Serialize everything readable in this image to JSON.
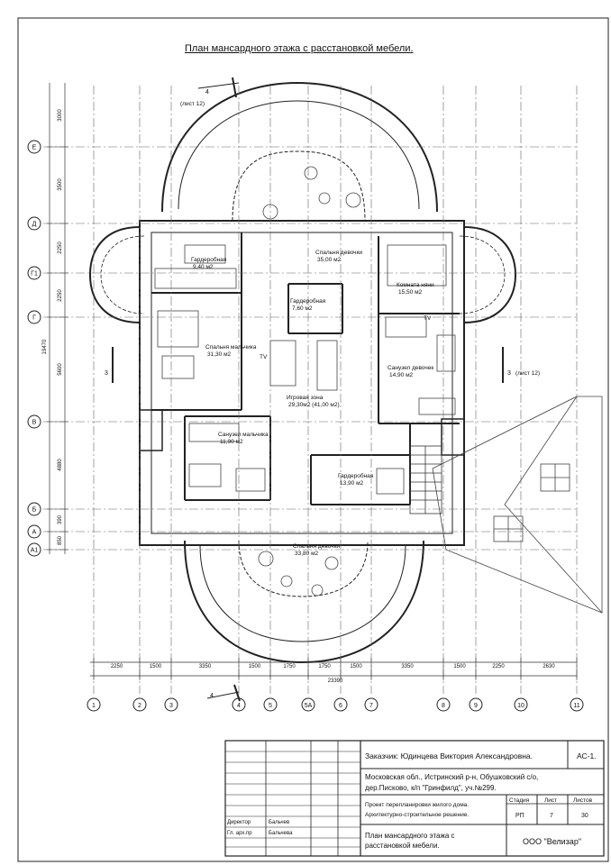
{
  "sheet_title": "План мансардного этажа с расстановкой мебели.",
  "section_marks": {
    "top_num": "4",
    "top_sheet": "(лист 12)",
    "bottom_num": "4",
    "left_num": "3",
    "right_num": "3",
    "right_sheet": "(лист 12)"
  },
  "rooms": [
    {
      "name": "Гардеробная",
      "area": "9,40 м2"
    },
    {
      "name": "Спальня девочки",
      "area": "35,00 м2"
    },
    {
      "name": "Комната няни",
      "area": "15,50 м2"
    },
    {
      "name": "Гардеробная",
      "area": "7,60 м2"
    },
    {
      "name": "Спальня мальчика",
      "area": "31,30 м2"
    },
    {
      "name": "Санузел девочек",
      "area": "14,90 м2"
    },
    {
      "name": "Игровая зона",
      "area": "29,30м2 (41,00 м2)"
    },
    {
      "name": "Санузел мальчика",
      "area": "11,90 м2"
    },
    {
      "name": "Гардеробная",
      "area": "13,90 м2"
    },
    {
      "name": "Спальня девочки",
      "area": "33,80 м2"
    },
    {
      "name": "TV",
      "area": ""
    },
    {
      "name": "TV",
      "area": ""
    }
  ],
  "row_axes": [
    "Е",
    "Д",
    "Г1",
    "Г",
    "В",
    "Б",
    "А",
    "А1"
  ],
  "row_dims": [
    "3000",
    "3500",
    "2250",
    "2250",
    "5600",
    "4880",
    "390",
    "850"
  ],
  "total_vertical": "19470",
  "col_axes": [
    "1",
    "2",
    "3",
    "4",
    "5",
    "5А",
    "6",
    "7",
    "8",
    "9",
    "10",
    "11"
  ],
  "col_dims": [
    "2250",
    "1500",
    "3350",
    "1500",
    "1750",
    "1750",
    "1500",
    "3350",
    "1500",
    "2250",
    "2630"
  ],
  "total_horizontal": "23390",
  "stamp": {
    "customer": "Заказчик: Юдинцева Виктория Александровна.",
    "code": "АС-1.",
    "address_1": "Московская обл., Истринский р-н, Обушковский с/о,",
    "address_2": "дер.Писково, к/п \"Гринфилд\", уч.№299.",
    "project_1": "Проект перепланировки жилого дома.",
    "project_2": "Архитектурно-строительное решение.",
    "stage_h": "Стадия",
    "sheet_h": "Лист",
    "sheets_h": "Листов",
    "stage": "РП",
    "sheet": "7",
    "sheets": "30",
    "director_role": "Директор",
    "director_name": "Бальчев",
    "gap_role": "Гл. арх.пр",
    "gap_name": "Бальчева",
    "drawing_1": "План мансардного этажа с",
    "drawing_2": "расстановкой мебели.",
    "company": "ООО \"Велизар\""
  }
}
